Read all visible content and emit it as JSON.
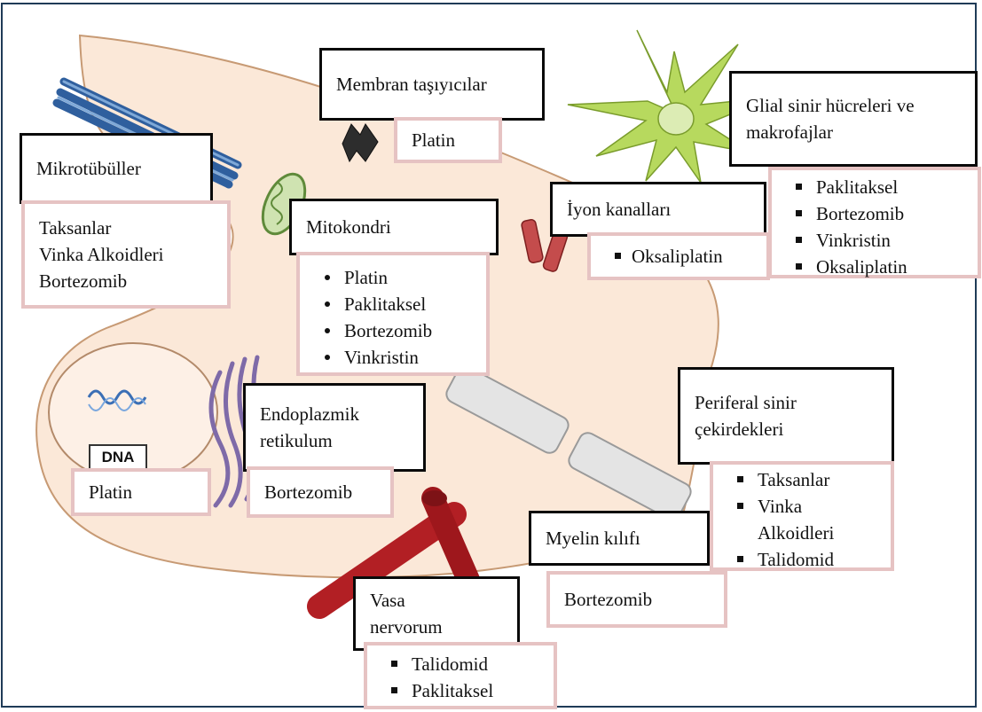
{
  "dna_label": "DNA",
  "microtubules": {
    "title": "Mikrotübüller",
    "drugs": [
      "Taksanlar",
      "Vinka Alkoidleri",
      "Bortezomib"
    ]
  },
  "membrane_transporters": {
    "title": "Membran taşıyıcılar",
    "drugs": [
      "Platin"
    ]
  },
  "glial_cells": {
    "title": "Glial sinir  hücreleri ve makrofajlar",
    "drugs": [
      "Paklitaksel",
      "Bortezomib",
      "Vinkristin",
      "Oksaliplatin"
    ]
  },
  "mitochondria": {
    "title": "Mitokondri",
    "drugs": [
      "Platin",
      "Paklitaksel",
      "Bortezomib",
      "Vinkristin"
    ]
  },
  "ion_channels": {
    "title": "İyon kanalları",
    "drugs": [
      "Oksaliplatin"
    ]
  },
  "endoplasmic_reticulum": {
    "title": "Endoplazmik retikulum",
    "drugs": [
      "Bortezomib"
    ]
  },
  "nucleus_dna": {
    "drugs": [
      "Platin"
    ]
  },
  "peripheral_nuclei": {
    "title": "Periferal sinir çekirdekleri",
    "drugs": [
      "Taksanlar",
      "Vinka Alkoidleri",
      "Talidomid"
    ]
  },
  "myelin_sheath": {
    "title": "Myelin kılıfı",
    "drugs": [
      "Bortezomib"
    ]
  },
  "vasa_nervorum": {
    "title": "Vasa nervorum",
    "drugs": [
      "Talidomid",
      "Paklitaksel"
    ]
  },
  "colors": {
    "cell_fill": "#fbe8d8",
    "cell_stroke": "#c79a74",
    "box_border": "#0a0a0a",
    "drug_border": "#e6c3c3",
    "frame": "#1f3b57"
  }
}
